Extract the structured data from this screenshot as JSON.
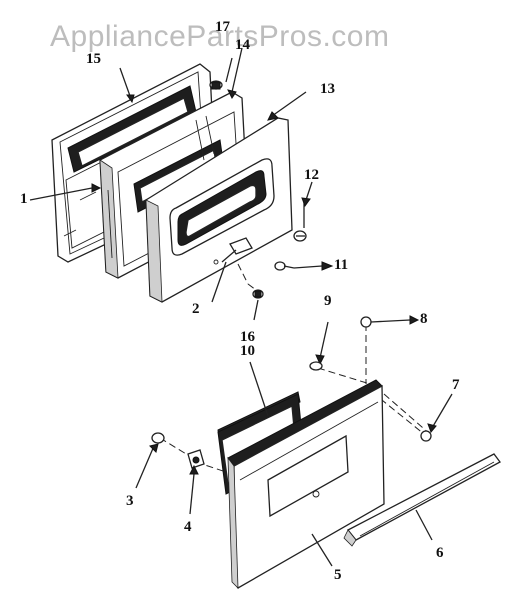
{
  "watermark": "AppliancePartsPros.com",
  "callouts": {
    "c1": "1",
    "c2": "2",
    "c3": "3",
    "c4": "4",
    "c5": "5",
    "c6": "6",
    "c7": "7",
    "c8": "8",
    "c9": "9",
    "c10": "10",
    "c11": "11",
    "c12": "12",
    "c13": "13",
    "c14": "14",
    "c15": "15",
    "c16": "16",
    "c17": "17"
  }
}
